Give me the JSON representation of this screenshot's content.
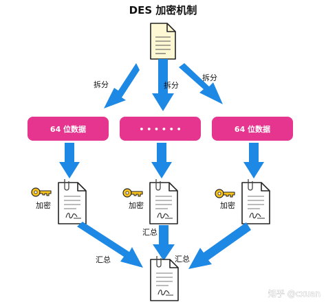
{
  "title": "DES 加密机制",
  "boxes": [
    "64 位数据",
    "• • • • • •",
    "64 位数据"
  ],
  "labels": {
    "split": "拆分",
    "encrypt": "加密",
    "combine": "汇总"
  },
  "watermark": "知乎 @cxuan",
  "colors": {
    "arrow": "#1e88e5",
    "box": "#e5358f",
    "doc": "#fff8d4",
    "key": "#f7c21e"
  },
  "icons": [
    "document-icon",
    "key-icon",
    "signed-document-icon",
    "arrow-icon"
  ]
}
